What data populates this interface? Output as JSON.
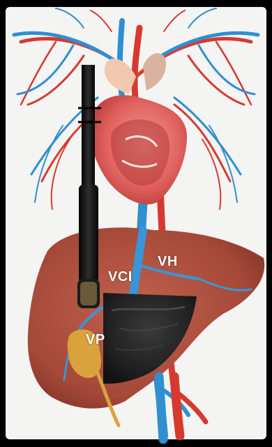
{
  "labels": {
    "vh": "VH",
    "vci": "VCI",
    "vp": "VP"
  },
  "colors": {
    "background": "#000000",
    "paper": "#f4f4f2",
    "artery": "#d63a2f",
    "vein": "#2f8fd0",
    "liver": "#a84a3c",
    "heart": "#e46a6a",
    "gallbladder": "#d9a23c",
    "probe": "#141414",
    "ultrasound": "#2b2b2b"
  }
}
